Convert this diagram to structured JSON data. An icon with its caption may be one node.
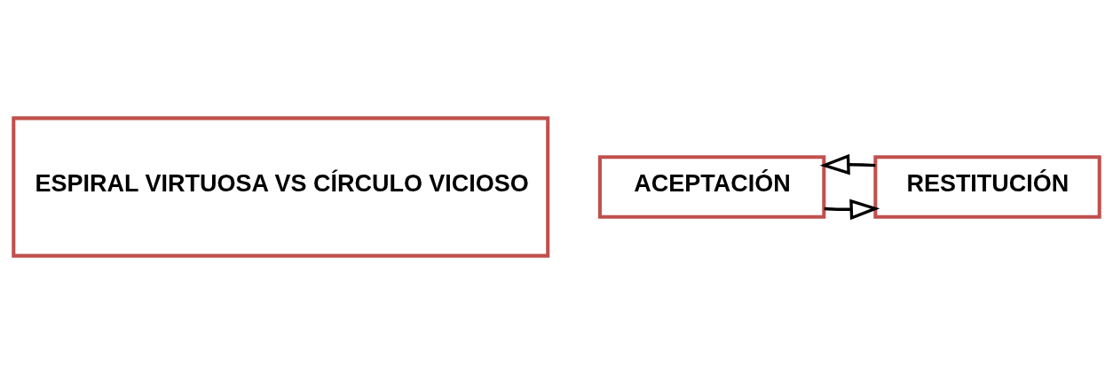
{
  "diagram": {
    "nodes": [
      {
        "text": [
          "ESPIRAL VIRTUOSA VS CÍRCULO VICIOSO"
        ]
      },
      {
        "text": [
          "ACEPTACIÓN"
        ]
      },
      {
        "text": [
          "RESTITUCIÓN"
        ]
      }
    ],
    "edges": [
      {
        "from": 1,
        "to": 2,
        "arrow": "to"
      },
      {
        "from": 2,
        "to": 1,
        "arrow": "to"
      }
    ]
  }
}
